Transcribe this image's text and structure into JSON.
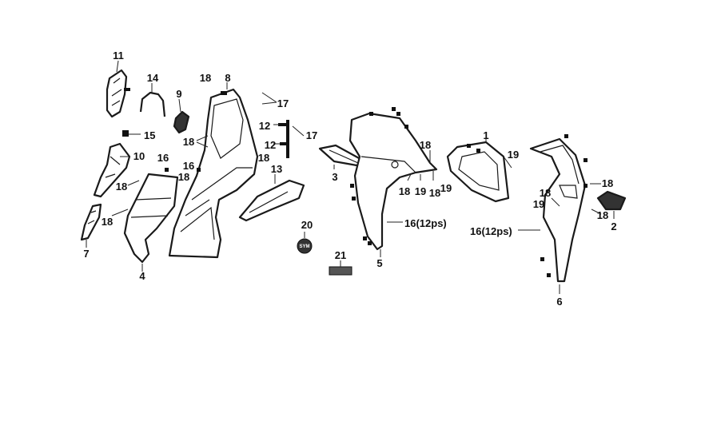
{
  "diagram": {
    "callouts": {
      "c1": "1",
      "c2": "2",
      "c3": "3",
      "c4": "4",
      "c5": "5",
      "c6": "6",
      "c7": "7",
      "c8": "8",
      "c9": "9",
      "c10": "10",
      "c11": "11",
      "c12a": "12",
      "c12b": "12",
      "c13": "13",
      "c14": "14",
      "c15": "15",
      "c16a": "16",
      "c16b": "16",
      "c16c": "16(12ps)",
      "c16d": "16(12ps)",
      "c17a": "17",
      "c17b": "17",
      "c18a": "18",
      "c18b": "18",
      "c18c": "18",
      "c18d": "18",
      "c18e": "18",
      "c18f": "18",
      "c18g": "18",
      "c18h": "18",
      "c18i": "18",
      "c18j": "18",
      "c18k": "18",
      "c18l": "18",
      "c19a": "19",
      "c19b": "19",
      "c19c": "19",
      "c19d": "19",
      "c20": "20",
      "c21": "21"
    },
    "emblem_text": "SYM"
  }
}
